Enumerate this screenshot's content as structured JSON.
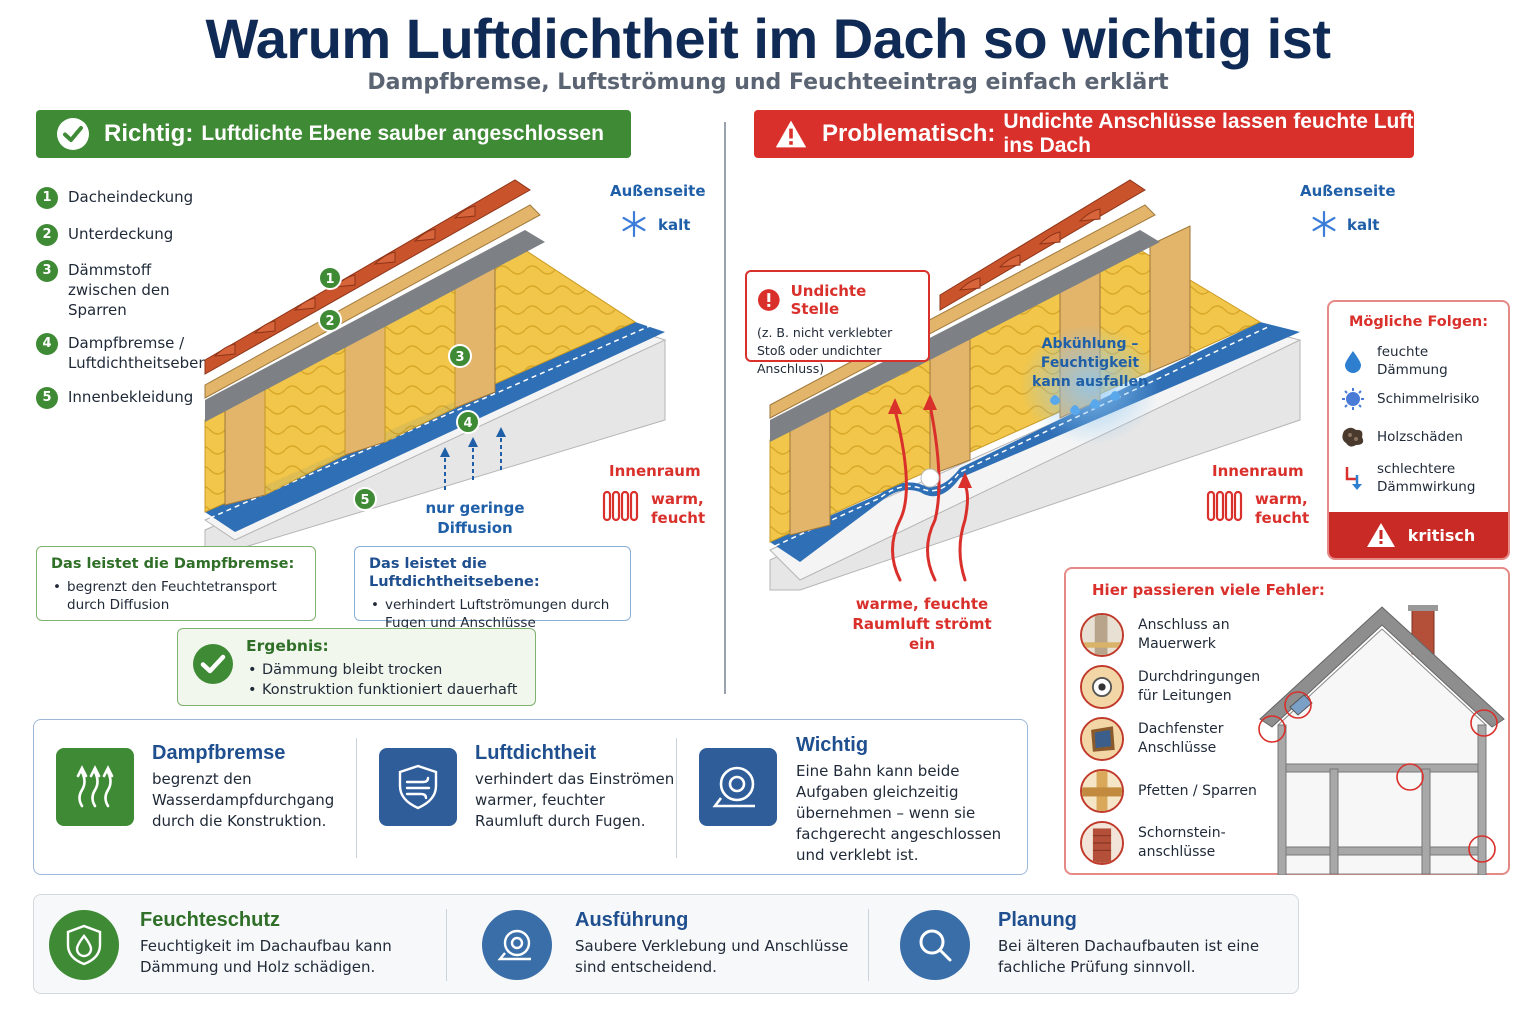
{
  "title": "Warum Luftdichtheit im Dach so wichtig ist",
  "subtitle": "Dampfbremse, Luftströmung und Feuchteeintrag einfach erklärt",
  "left": {
    "banner_head": "Richtig:",
    "banner_text": "Luftdichte Ebene sauber angeschlossen",
    "legend": [
      {
        "num": "1",
        "label": "Dacheindeckung"
      },
      {
        "num": "2",
        "label": "Unterdeckung"
      },
      {
        "num": "3",
        "label": "Dämmstoff zwischen den Sparren"
      },
      {
        "num": "4",
        "label": "Dampfbremse / Luftdichtheitsebene"
      },
      {
        "num": "5",
        "label": "Innenbekleidung"
      }
    ],
    "outside_label": "Außenseite",
    "outside_temp": "kalt",
    "inside_label": "Innenraum",
    "inside_temp": "warm, feucht",
    "diffusion_label": "nur geringe Diffusion",
    "box_vapor": {
      "title": "Das leistet die Dampfbremse:",
      "points": [
        "begrenzt den Feuchtetransport durch Diffusion"
      ]
    },
    "box_airtight": {
      "title": "Das leistet die Luftdichtheitsebene:",
      "points": [
        "verhindert Luftströmungen durch Fugen und Anschlüsse"
      ]
    },
    "result": {
      "title": "Ergebnis:",
      "points": [
        "Dämmung bleibt trocken",
        "Konstruktion funktioniert dauerhaft"
      ]
    }
  },
  "right": {
    "banner_head": "Problematisch:",
    "banner_text": "Undichte Anschlüsse lassen feuchte Luft ins Dach",
    "outside_label": "Außenseite",
    "outside_temp": "kalt",
    "inside_label": "Innenraum",
    "inside_temp": "warm, feucht",
    "leak_title": "Undichte Stelle",
    "leak_text": "(z. B. nicht verklebter Stoß oder undichter Anschluss)",
    "cooling_text": "Abkühlung – Feuchtigkeit kann ausfallen",
    "airflow_label": "warme, feuchte Raumluft strömt ein",
    "consequences": {
      "title": "Mögliche Folgen:",
      "items": [
        "feuchte Dämmung",
        "Schimmelrisiko",
        "Holzschäden",
        "schlechtere Dämmwirkung"
      ],
      "footer": "kritisch"
    },
    "errors": {
      "title": "Hier passieren viele Fehler:",
      "items": [
        "Anschluss an Mauerwerk",
        "Durchdringungen für Leitungen",
        "Dachfenster Anschlüsse",
        "Pfetten / Sparren",
        "Schornstein-anschlüsse"
      ]
    }
  },
  "info_row": [
    {
      "title": "Dampfbremse",
      "text": "begrenzt den Wasserdampfdurchgang durch die Konstruktion."
    },
    {
      "title": "Luftdichtheit",
      "text": "verhindert das Einströmen warmer, feuchter Raumluft durch Fugen."
    },
    {
      "title": "Wichtig",
      "text": "Eine Bahn kann beide Aufgaben gleichzeitig übernehmen – wenn sie fachgerecht angeschlossen und verklebt ist."
    }
  ],
  "bottom_row": [
    {
      "title": "Feuchteschutz",
      "text": "Feuchtigkeit im Dachaufbau kann Dämmung und Holz schädigen."
    },
    {
      "title": "Ausführung",
      "text": "Saubere Verklebung und Anschlüsse sind entscheidend."
    },
    {
      "title": "Planung",
      "text": "Bei älteren Dachaufbauten ist eine fachliche Prüfung sinnvoll."
    }
  ],
  "colors": {
    "green": "#3f8a35",
    "red": "#d9302c",
    "navy": "#0f2a55",
    "blue": "#1f5fa8",
    "insulation": "#f1c64a",
    "wood": "#e2b56a",
    "tile": "#c9542c"
  }
}
